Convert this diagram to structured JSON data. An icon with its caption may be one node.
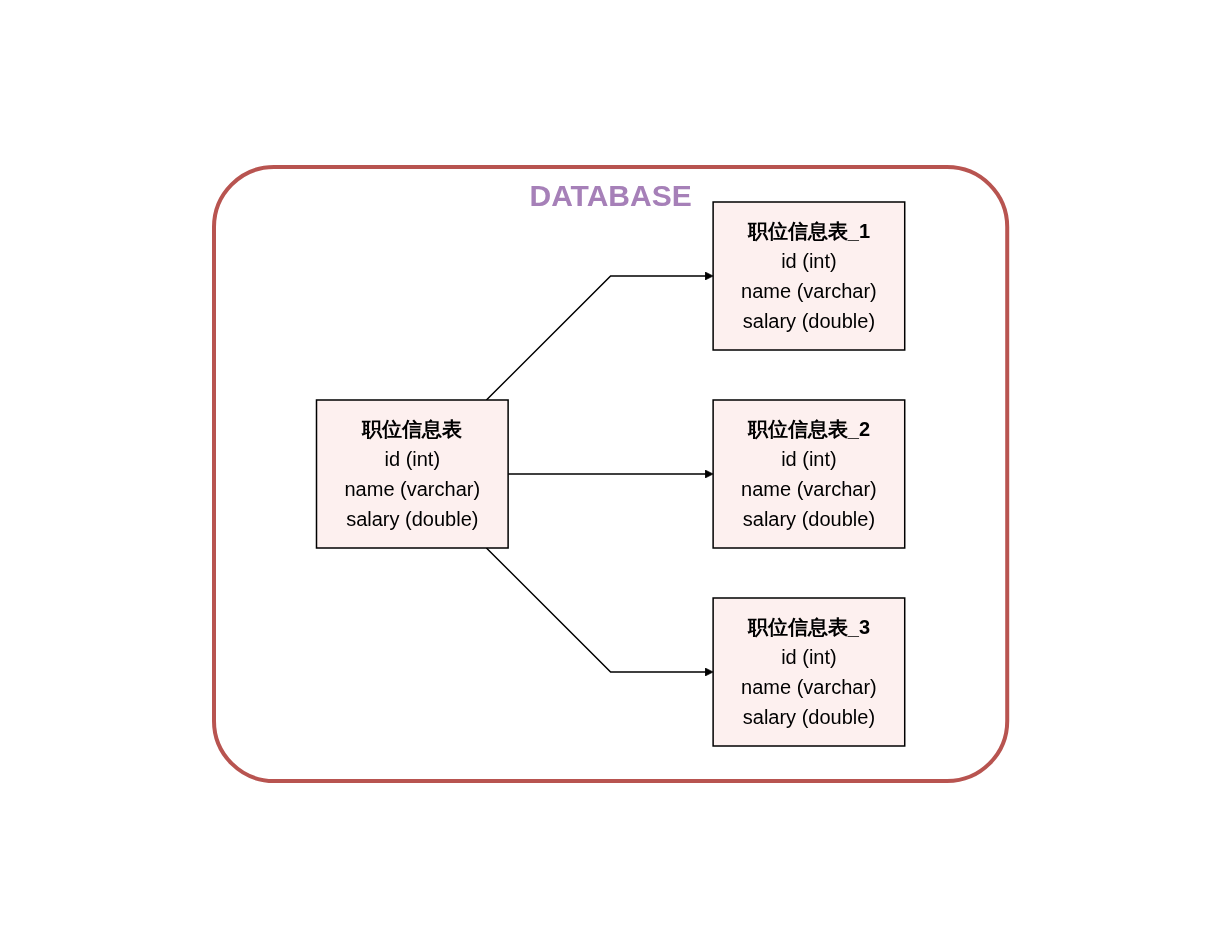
{
  "diagram": {
    "nodes": [
      {
        "text": [
          "DATABASE"
        ]
      },
      {
        "text": [
          "职位信息表",
          "id (int)",
          "name (varchar)",
          "salary (double)"
        ],
        "in": 0
      },
      {
        "text": [
          "职位信息表_1",
          "id (int)",
          "name (varchar)",
          "salary (double)"
        ],
        "in": 0
      },
      {
        "text": [
          "职位信息表_2",
          "id (int)",
          "name (varchar)",
          "salary (double)"
        ],
        "in": 0
      },
      {
        "text": [
          "职位信息表_3",
          "id (int)",
          "name (varchar)",
          "salary (double)"
        ],
        "in": 0
      }
    ],
    "edges": [
      {
        "from": 1,
        "to": 2,
        "arrow": "to"
      },
      {
        "from": 1,
        "to": 3,
        "arrow": "to"
      },
      {
        "from": 1,
        "to": 4,
        "arrow": "to"
      }
    ]
  }
}
